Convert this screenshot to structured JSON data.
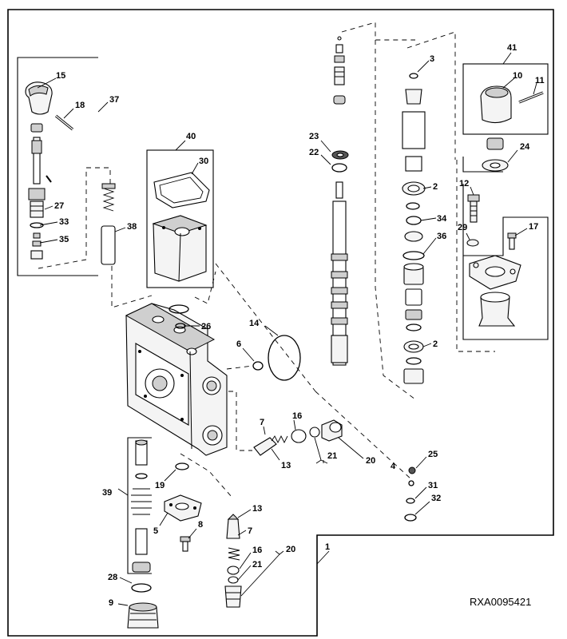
{
  "diagram": {
    "reference_code": "RXA0095421",
    "callouts": {
      "c1": "1",
      "c2a": "2",
      "c2b": "2",
      "c3": "3",
      "c4": "4",
      "c5": "5",
      "c6": "6",
      "c7a": "7",
      "c7b": "7",
      "c8": "8",
      "c9": "9",
      "c10": "10",
      "c11": "11",
      "c12": "12",
      "c13a": "13",
      "c13b": "13",
      "c14": "14",
      "c15": "15",
      "c16a": "16",
      "c16b": "16",
      "c17": "17",
      "c18": "18",
      "c19": "19",
      "c20a": "20",
      "c20b": "20",
      "c21a": "21",
      "c21b": "21",
      "c22": "22",
      "c23": "23",
      "c24": "24",
      "c25": "25",
      "c26": "26",
      "c27": "27",
      "c28": "28",
      "c29": "29",
      "c30": "30",
      "c31": "31",
      "c32": "32",
      "c33": "33",
      "c34": "34",
      "c35": "35",
      "c36": "36",
      "c37": "37",
      "c38": "38",
      "c39": "39",
      "c40": "40",
      "c41": "41"
    }
  }
}
